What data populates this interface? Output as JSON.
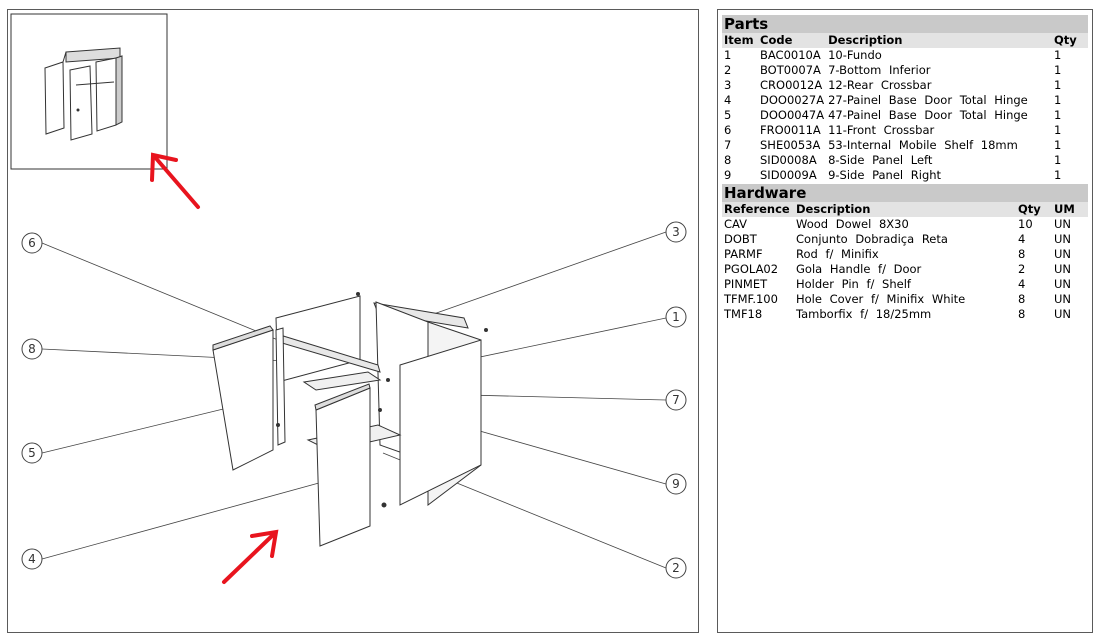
{
  "callouts": {
    "c1": "1",
    "c2": "2",
    "c3": "3",
    "c4": "4",
    "c5": "5",
    "c6": "6",
    "c7": "7",
    "c8": "8",
    "c9": "9"
  },
  "parts": {
    "title": "Parts",
    "headers": [
      "Item",
      "Code",
      "Description",
      "Qty"
    ],
    "rows": [
      [
        "1",
        "BAC0010A",
        "10-Fundo",
        "1"
      ],
      [
        "2",
        "BOT0007A",
        "7-Bottom  Inferior",
        "1"
      ],
      [
        "3",
        "CRO0012A",
        "12-Rear  Crossbar",
        "1"
      ],
      [
        "4",
        "DOO0027A",
        "27-Painel  Base  Door  Total  Hinge",
        "1"
      ],
      [
        "5",
        "DOO0047A",
        "47-Painel  Base  Door  Total  Hinge",
        "1"
      ],
      [
        "6",
        "FRO0011A",
        "11-Front  Crossbar",
        "1"
      ],
      [
        "7",
        "SHE0053A",
        "53-Internal  Mobile  Shelf  18mm",
        "1"
      ],
      [
        "8",
        "SID0008A",
        "8-Side  Panel  Left",
        "1"
      ],
      [
        "9",
        "SID0009A",
        "9-Side  Panel  Right",
        "1"
      ]
    ]
  },
  "hardware": {
    "title": "Hardware",
    "headers": [
      "Reference",
      "Description",
      "Qty",
      "UM"
    ],
    "rows": [
      [
        "CAV",
        "Wood  Dowel  8X30",
        "10",
        "UN"
      ],
      [
        "DOBT",
        "Conjunto  Dobradiça  Reta",
        "4",
        "UN"
      ],
      [
        "PARMF",
        "Rod  f/  Minifix",
        "8",
        "UN"
      ],
      [
        "PGOLA02",
        "Gola  Handle  f/  Door",
        "2",
        "UN"
      ],
      [
        "PINMET",
        "Holder  Pin  f/  Shelf",
        "4",
        "UN"
      ],
      [
        "TFMF.100",
        "Hole  Cover  f/  Minifix  White",
        "8",
        "UN"
      ],
      [
        "TMF18",
        "Tamborfix  f/  18/25mm",
        "8",
        "UN"
      ]
    ]
  },
  "colors": {
    "annotation_arrow": "#e8141e",
    "header_bar": "#c9c9c9",
    "column_header": "#e3e3e3"
  }
}
